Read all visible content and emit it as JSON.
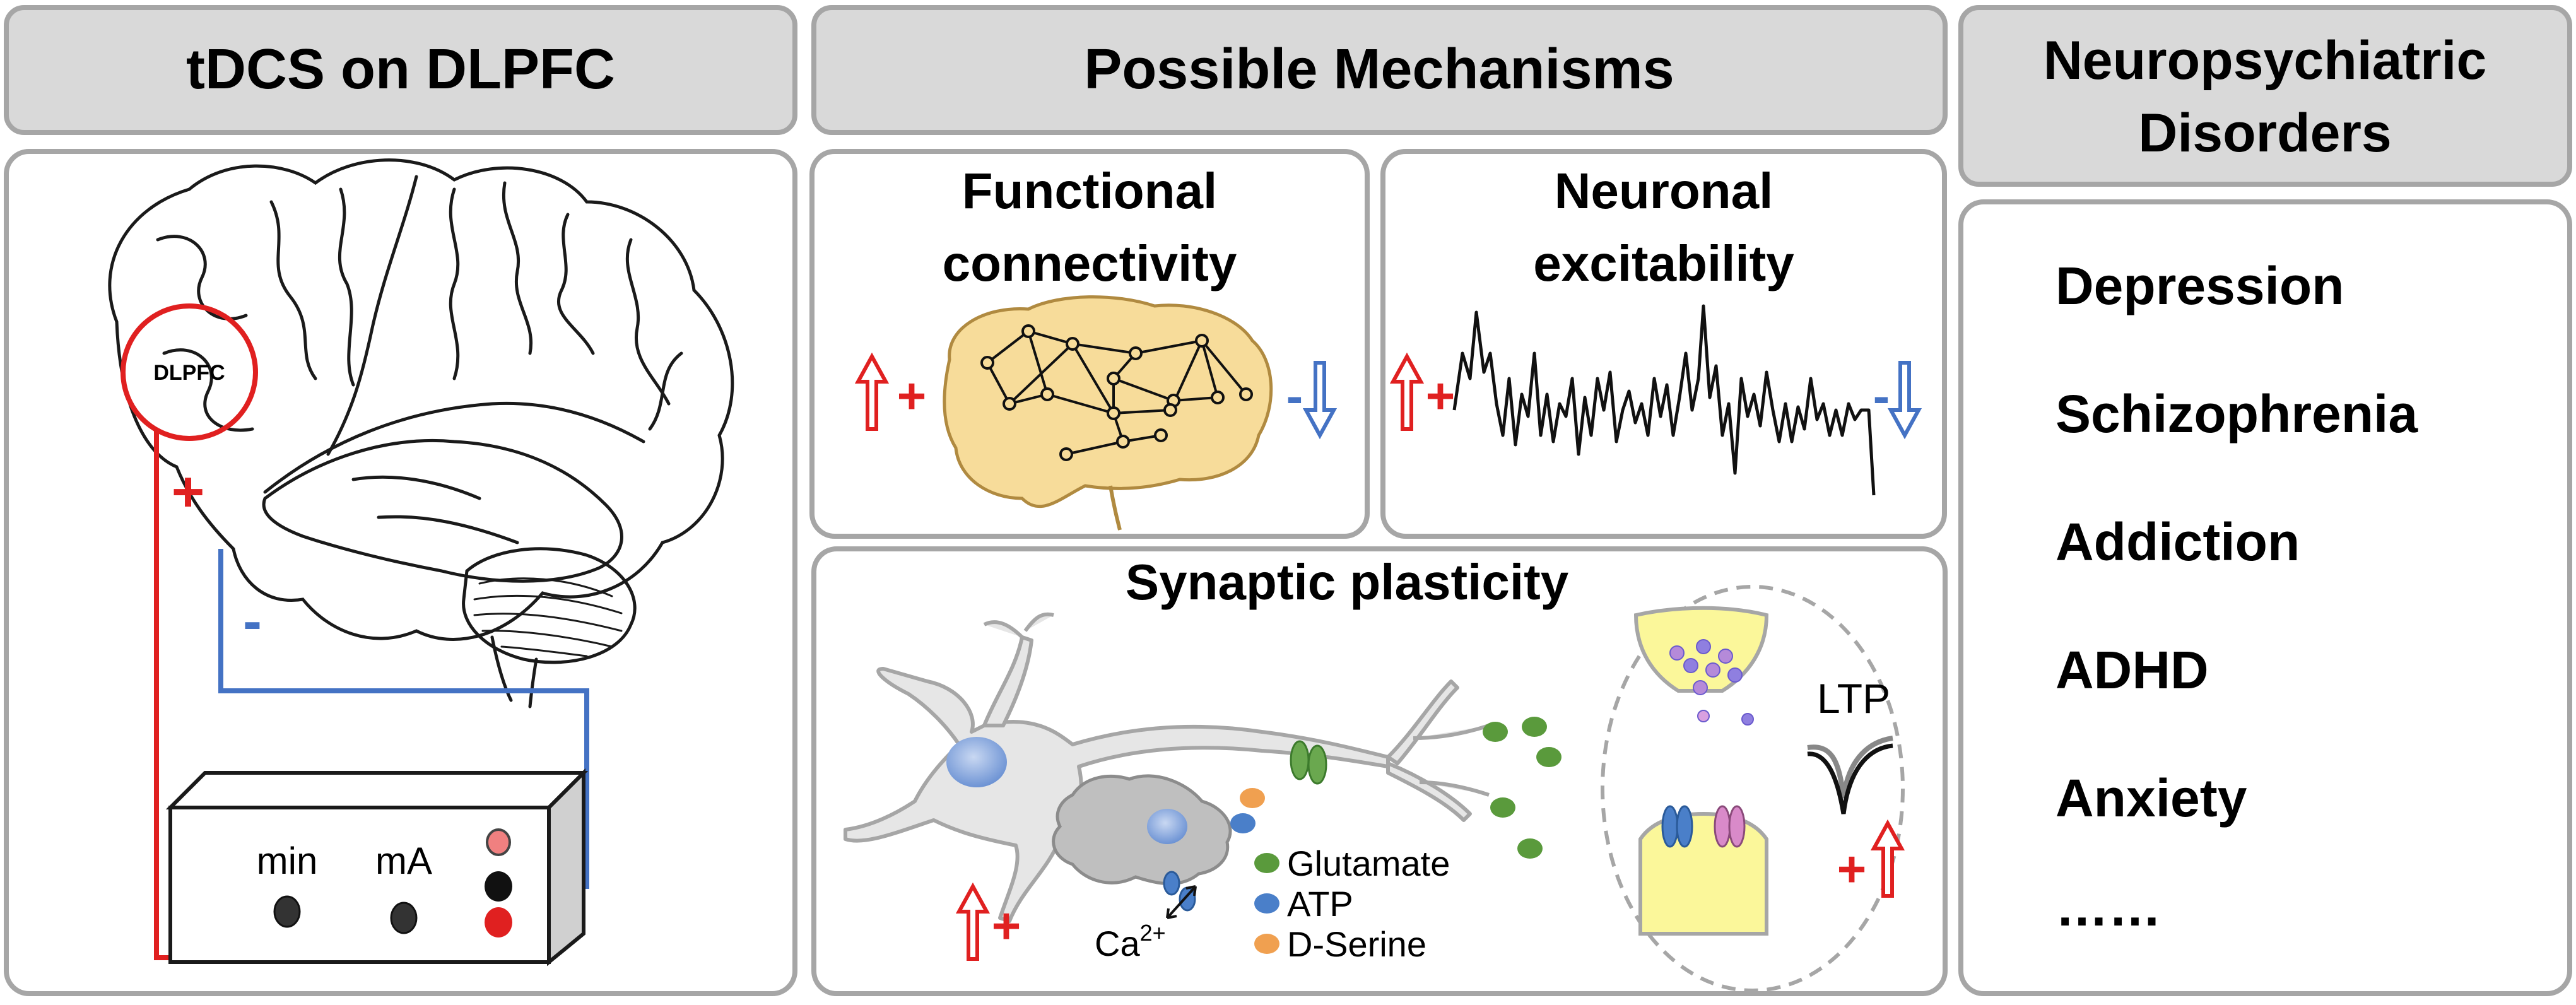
{
  "headers": {
    "left": "tDCS on DLPFC",
    "middle": "Possible Mechanisms",
    "right_line1": "Neuropsychiatric",
    "right_line2": "Disorders"
  },
  "left_panel": {
    "region_label": "DLPFC",
    "anode_sign": "+",
    "cathode_sign": "-",
    "device_labels": [
      "min",
      "mA"
    ]
  },
  "mechanisms": {
    "functional_connectivity": {
      "title_line1": "Functional",
      "title_line2": "connectivity",
      "plus": "+",
      "minus": "-"
    },
    "neuronal_excitability": {
      "title_line1": "Neuronal",
      "title_line2": "excitability",
      "plus": "+",
      "minus": "-"
    },
    "synaptic_plasticity": {
      "title": "Synaptic plasticity",
      "plus": "+",
      "ltp_label": "LTP",
      "ltp_plus": "+",
      "ca_label": "Ca",
      "ca_sup": "2+",
      "legend": [
        {
          "label": "Glutamate",
          "color": "#5a9a3c"
        },
        {
          "label": "ATP",
          "color": "#4a7fc9"
        },
        {
          "label": "D-Serine",
          "color": "#f0a050"
        }
      ]
    }
  },
  "disorders": [
    "Depression",
    "Schizophrenia",
    "Addiction",
    "ADHD",
    "Anxiety",
    "……"
  ],
  "colors": {
    "panel_border": "#a6a6a6",
    "header_fill": "#d9d9d9",
    "anode_red": "#e02020",
    "cathode_blue": "#4472c4",
    "brain_yellow": "#f7dc9a",
    "synapse_yellow": "#fbf79a"
  }
}
